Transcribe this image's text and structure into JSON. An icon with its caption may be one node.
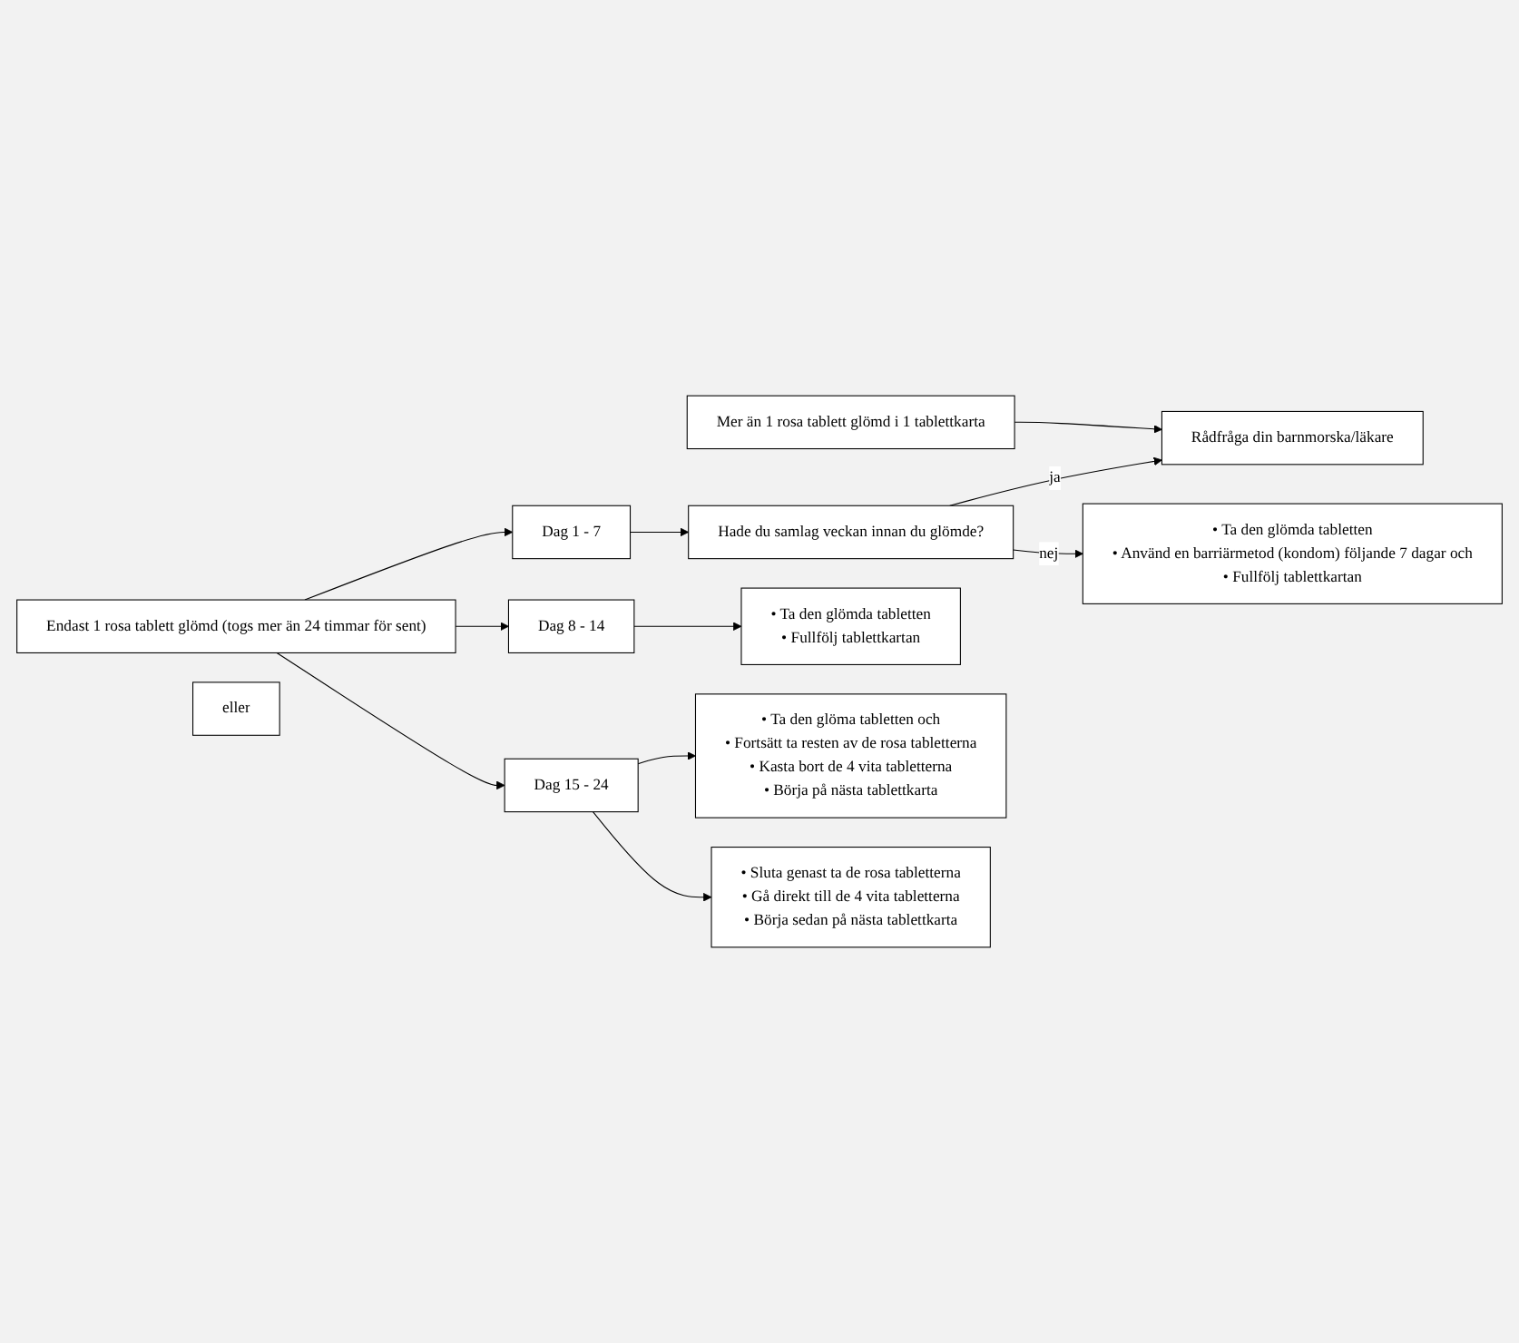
{
  "diagram": {
    "nodes": [
      {
        "text": [
          "Mer än 1 rosa tablett glömd i 1 tablettkarta"
        ]
      },
      {
        "text": [
          "Rådfråga din barnmorska/läkare"
        ]
      },
      {
        "text": [
          "Dag 1 - 7"
        ]
      },
      {
        "text": [
          "Hade du samlag veckan innan du glömde?"
        ]
      },
      {
        "text": [
          "• Ta den glömda tabletten",
          "• Använd en barriärmetod (kondom) följande 7 dagar och",
          "• Fullfölj tablettkartan"
        ]
      },
      {
        "text": [
          "Endast 1 rosa tablett glömd (togs mer än 24 timmar för sent)"
        ]
      },
      {
        "text": [
          "Dag 8 - 14"
        ]
      },
      {
        "text": [
          "• Ta den glömda tabletten",
          "• Fullfölj tablettkartan"
        ]
      },
      {
        "text": [
          "Dag 15 - 24"
        ]
      },
      {
        "text": [
          "• Ta den glöma tabletten och",
          "• Fortsätt ta resten av de rosa tabletterna",
          "• Kasta bort de 4 vita tabletterna",
          "• Börja på nästa tablettkarta"
        ]
      },
      {
        "text": [
          "eller"
        ]
      },
      {
        "text": [
          "• Sluta genast ta de rosa tabletterna",
          "• Gå direkt till de 4 vita tabletterna",
          "• Börja sedan på nästa tablettkarta"
        ]
      }
    ],
    "edges": [
      {
        "from": 0,
        "to": 1,
        "arrow": "to"
      },
      {
        "from": 5,
        "to": 2,
        "arrow": "to"
      },
      {
        "from": 5,
        "to": 6,
        "arrow": "to"
      },
      {
        "from": 5,
        "to": 8,
        "arrow": "to"
      },
      {
        "from": 2,
        "to": 3,
        "arrow": "to"
      },
      {
        "from": 3,
        "to": 1,
        "arrow": "to",
        "label": "ja"
      },
      {
        "from": 3,
        "to": 4,
        "arrow": "to",
        "label": "nej"
      },
      {
        "from": 6,
        "to": 7,
        "arrow": "to"
      },
      {
        "from": 8,
        "to": 9,
        "arrow": "to"
      },
      {
        "from": 8,
        "to": 11,
        "arrow": "to"
      }
    ]
  }
}
